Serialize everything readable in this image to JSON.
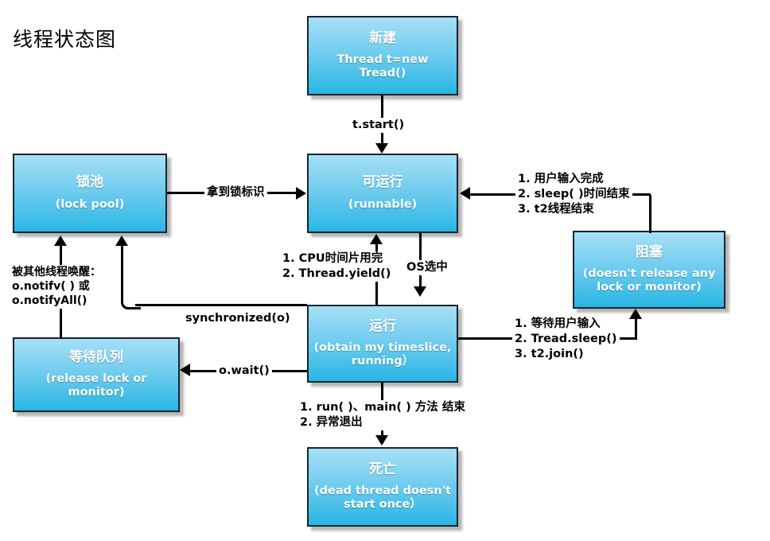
{
  "diagram": {
    "title": "线程状态图",
    "type": "state-diagram",
    "accent_fill_top": "#a6e0f6",
    "accent_fill_bottom": "#27b6e4",
    "border_color": "#17242f",
    "text_color": "#ffffff",
    "line_color": "#000000"
  },
  "nodes": {
    "new": {
      "cn": "新建",
      "en": "Thread t=new Tread()"
    },
    "runnable": {
      "cn": "可运行",
      "en": "(runnable)"
    },
    "lock_pool": {
      "cn": "锁池",
      "en": "(lock pool)"
    },
    "blocked": {
      "cn": "阻塞",
      "en": "(doesn't release any\nlock or monitor)"
    },
    "running": {
      "cn": "运行",
      "en": "(obtain my timeslice,\nrunning）"
    },
    "wait_queue": {
      "cn": "等待队列",
      "en": "(release lock or monitor)"
    },
    "dead": {
      "cn": "死亡",
      "en": "(dead thread doesn't\nstart once）"
    }
  },
  "edges": {
    "start": "t.start()",
    "get_lock": "拿到锁标识",
    "cpu_yield": "1. CPU时间片用完\n2. Thread.yield()",
    "os_select": "OS选中",
    "unblock": "1. 用户输入完成\n2. sleep( )时间结束\n3. t2线程结束",
    "block": "1. 等待用户输入\n2. Tread.sleep()\n3. t2.join()",
    "notify": "被其他线程唤醒：\no.notifv( ) 或\no.notifyAll()",
    "synchronized": "synchronized(o)",
    "wait": "o.wait()",
    "terminate": "1. run( )、main( ) 方法 结束\n2. 异常退出"
  }
}
